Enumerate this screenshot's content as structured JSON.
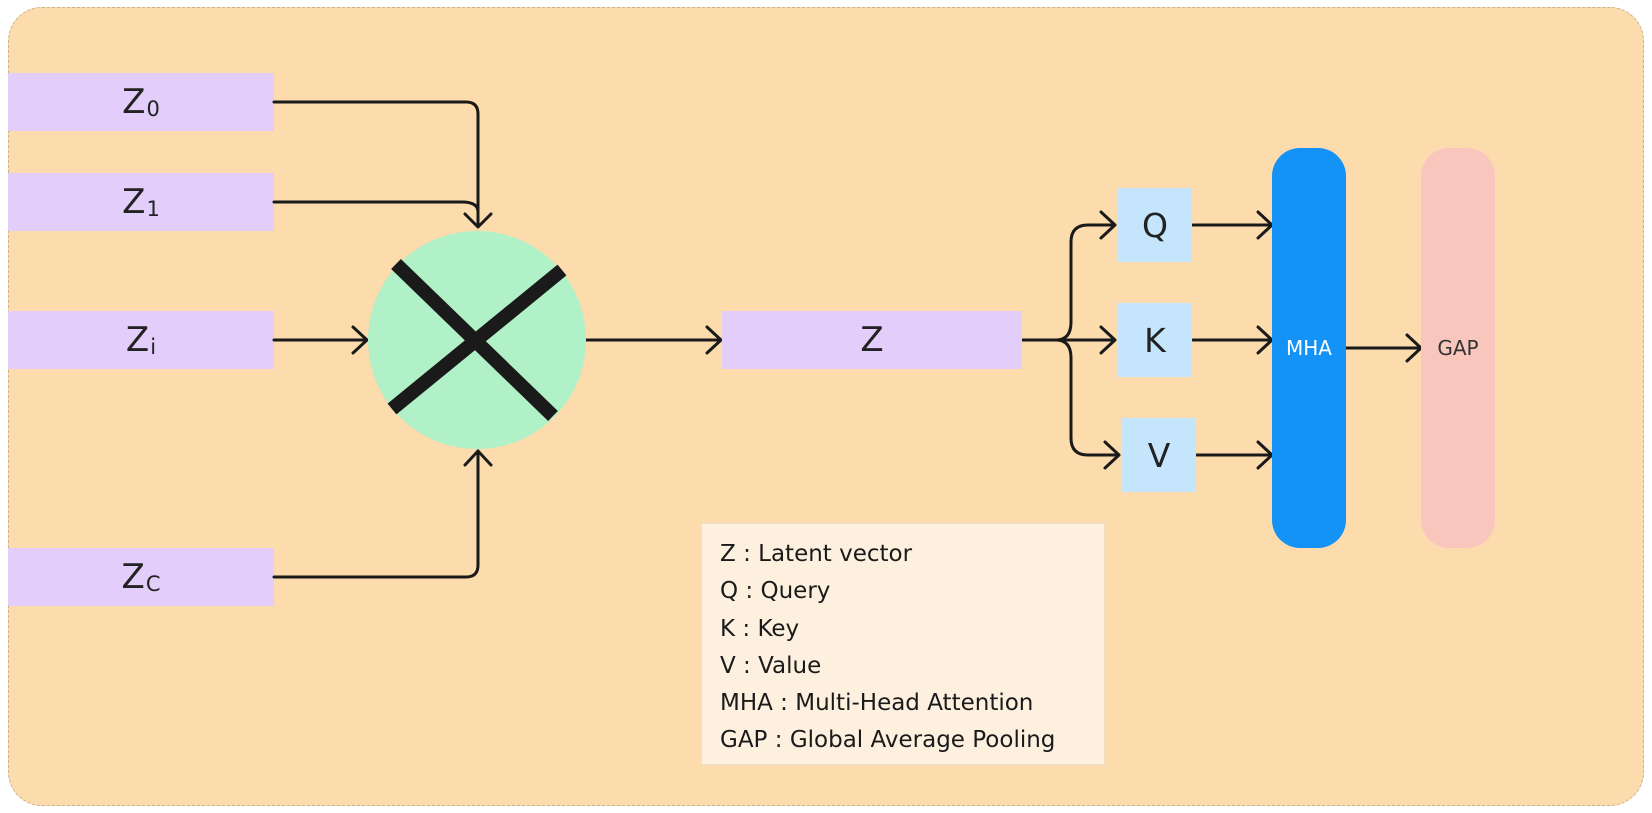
{
  "inputs": [
    {
      "base": "Z",
      "sub": "0"
    },
    {
      "base": "Z",
      "sub": "1"
    },
    {
      "base": "Z",
      "sub": "i"
    },
    {
      "base": "Z",
      "sub": "C"
    }
  ],
  "latent": {
    "label": "Z"
  },
  "query": {
    "label": "Q"
  },
  "key": {
    "label": "K"
  },
  "value": {
    "label": "V"
  },
  "mha": {
    "label": "MHA"
  },
  "gap": {
    "label": "GAP"
  },
  "legend": [
    {
      "term": "Z",
      "sep": " : ",
      "desc": "Latent vector"
    },
    {
      "term": "Q",
      "sep": " : ",
      "desc": "Query"
    },
    {
      "term": "K",
      "sep": " : ",
      "desc": "Key"
    },
    {
      "term": "V",
      "sep": " : ",
      "desc": "Value"
    },
    {
      "term": "MHA",
      "sep": " : ",
      "desc": "Multi-Head Attention"
    },
    {
      "term": "GAP",
      "sep": " : ",
      "desc": "Global Average Pooling"
    }
  ],
  "colors": {
    "background": "#fcdcad",
    "input_box": "#e3cdfb",
    "multiply_node": "#b1f1c7",
    "qkv_box": "#c4e5fb",
    "mha_box": "#1492f6",
    "gap_box": "#f9c6be",
    "legend_box": "#fdf0df",
    "arrow": "#1a1a1a"
  },
  "icons": {
    "multiply_node": "multiply-cross-icon"
  }
}
